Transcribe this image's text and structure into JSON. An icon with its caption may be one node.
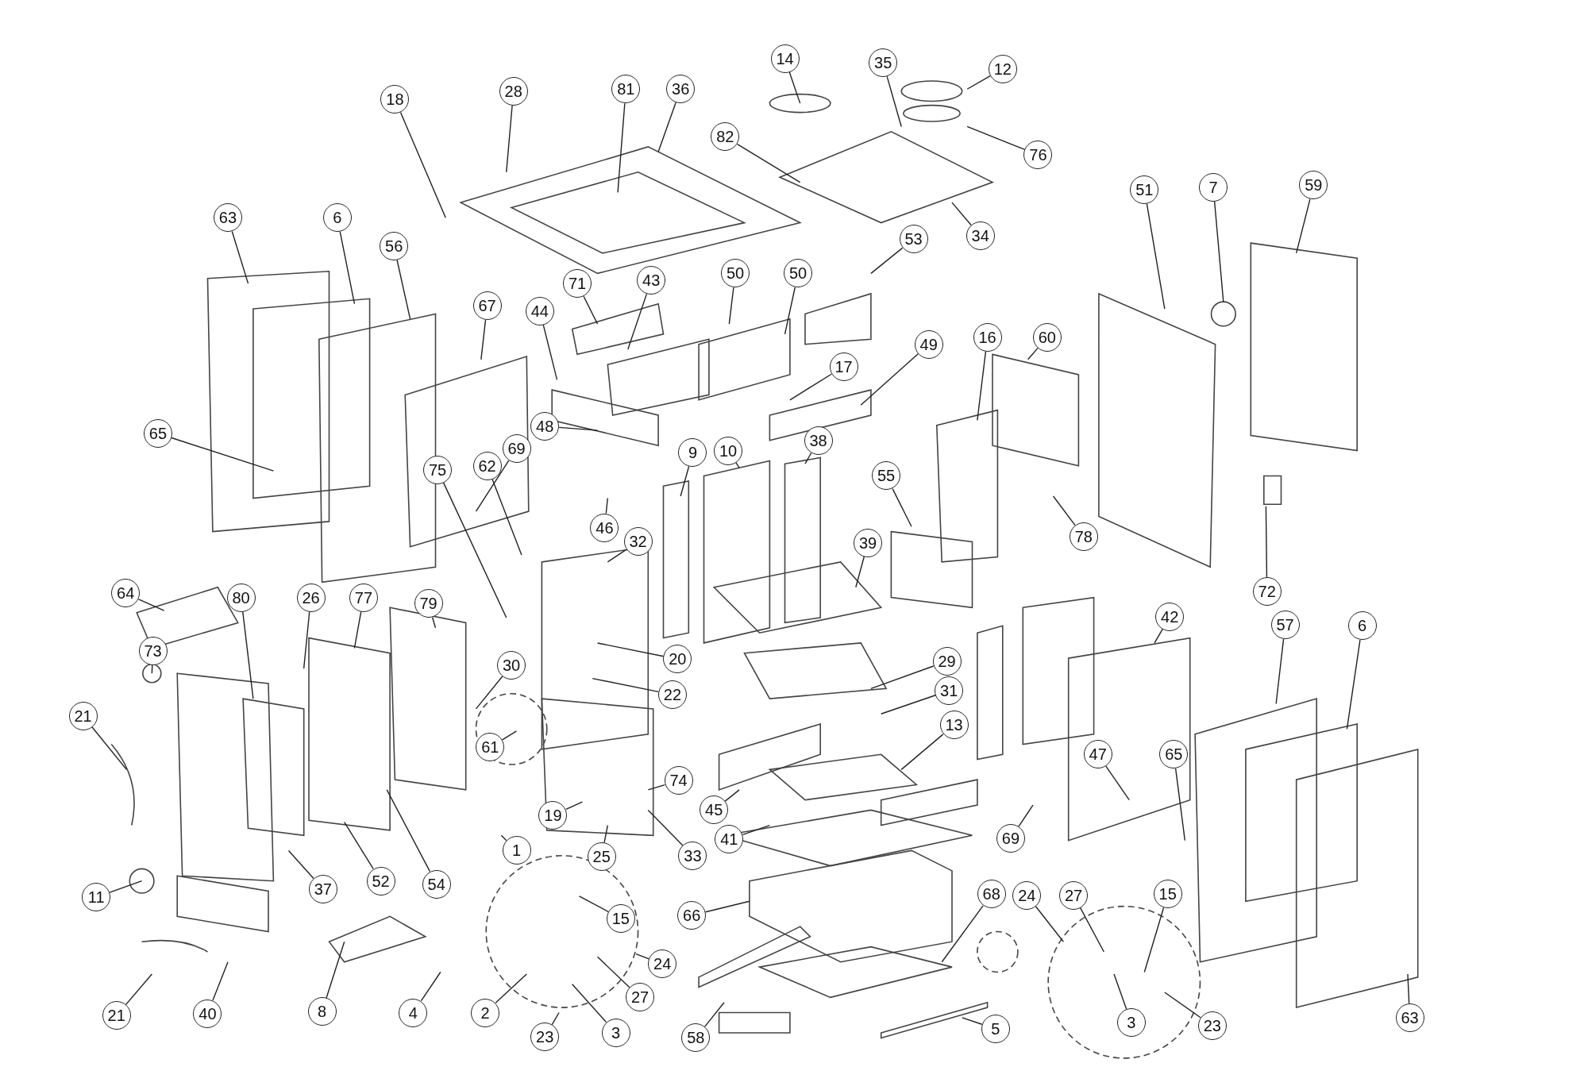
{
  "diagram": {
    "nodes": [
      {
        "text": [
          "14"
        ]
      },
      {
        "text": [
          "35"
        ]
      },
      {
        "text": [
          "12"
        ]
      },
      {
        "text": [
          "28"
        ]
      },
      {
        "text": [
          "81"
        ]
      },
      {
        "text": [
          "36"
        ]
      },
      {
        "text": [
          "18"
        ]
      },
      {
        "text": [
          "82"
        ]
      },
      {
        "text": [
          "76"
        ]
      },
      {
        "text": [
          "63"
        ]
      },
      {
        "text": [
          "6"
        ]
      },
      {
        "text": [
          "51"
        ]
      },
      {
        "text": [
          "7"
        ]
      },
      {
        "text": [
          "59"
        ]
      },
      {
        "text": [
          "34"
        ]
      },
      {
        "text": [
          "56"
        ]
      },
      {
        "text": [
          "53"
        ]
      },
      {
        "text": [
          "71"
        ]
      },
      {
        "text": [
          "43"
        ]
      },
      {
        "text": [
          "50"
        ]
      },
      {
        "text": [
          "50"
        ]
      },
      {
        "text": [
          "67"
        ]
      },
      {
        "text": [
          "44"
        ]
      },
      {
        "text": [
          "49"
        ]
      },
      {
        "text": [
          "16"
        ]
      },
      {
        "text": [
          "60"
        ]
      },
      {
        "text": [
          "17"
        ]
      },
      {
        "text": [
          "65"
        ]
      },
      {
        "text": [
          "48"
        ]
      },
      {
        "text": [
          "9"
        ]
      },
      {
        "text": [
          "10"
        ]
      },
      {
        "text": [
          "38"
        ]
      },
      {
        "text": [
          "69"
        ]
      },
      {
        "text": [
          "75"
        ]
      },
      {
        "text": [
          "62"
        ]
      },
      {
        "text": [
          "55"
        ]
      },
      {
        "text": [
          "46"
        ]
      },
      {
        "text": [
          "78"
        ]
      },
      {
        "text": [
          "39"
        ]
      },
      {
        "text": [
          "32"
        ]
      },
      {
        "text": [
          "64"
        ]
      },
      {
        "text": [
          "72"
        ]
      },
      {
        "text": [
          "80"
        ]
      },
      {
        "text": [
          "26"
        ]
      },
      {
        "text": [
          "77"
        ]
      },
      {
        "text": [
          "79"
        ]
      },
      {
        "text": [
          "57"
        ]
      },
      {
        "text": [
          "6"
        ]
      },
      {
        "text": [
          "42"
        ]
      },
      {
        "text": [
          "30"
        ]
      },
      {
        "text": [
          "20"
        ]
      },
      {
        "text": [
          "29"
        ]
      },
      {
        "text": [
          "73"
        ]
      },
      {
        "text": [
          "22"
        ]
      },
      {
        "text": [
          "31"
        ]
      },
      {
        "text": [
          "21"
        ]
      },
      {
        "text": [
          "13"
        ]
      },
      {
        "text": [
          "61"
        ]
      },
      {
        "text": [
          "74"
        ]
      },
      {
        "text": [
          "47"
        ]
      },
      {
        "text": [
          "65"
        ]
      },
      {
        "text": [
          "45"
        ]
      },
      {
        "text": [
          "19"
        ]
      },
      {
        "text": [
          "41"
        ]
      },
      {
        "text": [
          "69"
        ]
      },
      {
        "text": [
          "1"
        ]
      },
      {
        "text": [
          "25"
        ]
      },
      {
        "text": [
          "33"
        ]
      },
      {
        "text": [
          "52"
        ]
      },
      {
        "text": [
          "37"
        ]
      },
      {
        "text": [
          "54"
        ]
      },
      {
        "text": [
          "11"
        ]
      },
      {
        "text": [
          "66"
        ]
      },
      {
        "text": [
          "68"
        ]
      },
      {
        "text": [
          "24"
        ]
      },
      {
        "text": [
          "27"
        ]
      },
      {
        "text": [
          "15"
        ]
      },
      {
        "text": [
          "15"
        ]
      },
      {
        "text": [
          "24"
        ]
      },
      {
        "text": [
          "27"
        ]
      },
      {
        "text": [
          "8"
        ]
      },
      {
        "text": [
          "4"
        ]
      },
      {
        "text": [
          "2"
        ]
      },
      {
        "text": [
          "21"
        ]
      },
      {
        "text": [
          "40"
        ]
      },
      {
        "text": [
          "23"
        ]
      },
      {
        "text": [
          "3"
        ]
      },
      {
        "text": [
          "58"
        ]
      },
      {
        "text": [
          "5"
        ]
      },
      {
        "text": [
          "3"
        ]
      },
      {
        "text": [
          "23"
        ]
      },
      {
        "text": [
          "63"
        ]
      }
    ],
    "edges": [
      {
        "from": 0,
        "to": null,
        "arrow": "none"
      },
      {
        "from": 1,
        "to": null,
        "arrow": "none"
      },
      {
        "from": 2,
        "to": null,
        "arrow": "none"
      },
      {
        "from": 3,
        "to": null,
        "arrow": "none"
      },
      {
        "from": 4,
        "to": null,
        "arrow": "none"
      },
      {
        "from": 5,
        "to": null,
        "arrow": "none"
      },
      {
        "from": 6,
        "to": null,
        "arrow": "none"
      },
      {
        "from": 7,
        "to": null,
        "arrow": "none"
      },
      {
        "from": 8,
        "to": null,
        "arrow": "none"
      },
      {
        "from": 9,
        "to": null,
        "arrow": "none"
      },
      {
        "from": 10,
        "to": null,
        "arrow": "none"
      },
      {
        "from": 11,
        "to": null,
        "arrow": "none"
      },
      {
        "from": 12,
        "to": null,
        "arrow": "none"
      },
      {
        "from": 13,
        "to": null,
        "arrow": "none"
      },
      {
        "from": 14,
        "to": null,
        "arrow": "none"
      },
      {
        "from": 15,
        "to": null,
        "arrow": "none"
      },
      {
        "from": 16,
        "to": null,
        "arrow": "none"
      },
      {
        "from": 17,
        "to": null,
        "arrow": "none"
      },
      {
        "from": 18,
        "to": null,
        "arrow": "none"
      },
      {
        "from": 19,
        "to": null,
        "arrow": "none"
      },
      {
        "from": 20,
        "to": null,
        "arrow": "none"
      },
      {
        "from": 21,
        "to": null,
        "arrow": "none"
      },
      {
        "from": 22,
        "to": null,
        "arrow": "none"
      },
      {
        "from": 23,
        "to": null,
        "arrow": "none"
      },
      {
        "from": 24,
        "to": null,
        "arrow": "none"
      },
      {
        "from": 25,
        "to": null,
        "arrow": "none"
      },
      {
        "from": 26,
        "to": null,
        "arrow": "none"
      },
      {
        "from": 27,
        "to": null,
        "arrow": "none"
      },
      {
        "from": 28,
        "to": null,
        "arrow": "none"
      },
      {
        "from": 29,
        "to": null,
        "arrow": "none"
      },
      {
        "from": 30,
        "to": null,
        "arrow": "none"
      },
      {
        "from": 31,
        "to": null,
        "arrow": "none"
      },
      {
        "from": 32,
        "to": null,
        "arrow": "none"
      },
      {
        "from": 33,
        "to": null,
        "arrow": "none"
      },
      {
        "from": 34,
        "to": null,
        "arrow": "none"
      },
      {
        "from": 35,
        "to": null,
        "arrow": "none"
      },
      {
        "from": 36,
        "to": null,
        "arrow": "none"
      },
      {
        "from": 37,
        "to": null,
        "arrow": "none"
      },
      {
        "from": 38,
        "to": null,
        "arrow": "none"
      },
      {
        "from": 39,
        "to": null,
        "arrow": "none"
      },
      {
        "from": 40,
        "to": null,
        "arrow": "none"
      },
      {
        "from": 41,
        "to": null,
        "arrow": "none"
      },
      {
        "from": 42,
        "to": null,
        "arrow": "none"
      },
      {
        "from": 43,
        "to": null,
        "arrow": "none"
      },
      {
        "from": 44,
        "to": null,
        "arrow": "none"
      },
      {
        "from": 45,
        "to": null,
        "arrow": "none"
      },
      {
        "from": 46,
        "to": null,
        "arrow": "none"
      },
      {
        "from": 47,
        "to": null,
        "arrow": "none"
      },
      {
        "from": 48,
        "to": null,
        "arrow": "none"
      },
      {
        "from": 49,
        "to": null,
        "arrow": "none"
      },
      {
        "from": 50,
        "to": null,
        "arrow": "none"
      },
      {
        "from": 51,
        "to": null,
        "arrow": "none"
      },
      {
        "from": 52,
        "to": null,
        "arrow": "none"
      },
      {
        "from": 53,
        "to": null,
        "arrow": "none"
      },
      {
        "from": 54,
        "to": null,
        "arrow": "none"
      },
      {
        "from": 55,
        "to": null,
        "arrow": "none"
      },
      {
        "from": 56,
        "to": null,
        "arrow": "none"
      },
      {
        "from": 57,
        "to": null,
        "arrow": "none"
      },
      {
        "from": 58,
        "to": null,
        "arrow": "none"
      },
      {
        "from": 59,
        "to": null,
        "arrow": "none"
      },
      {
        "from": 60,
        "to": null,
        "arrow": "none"
      },
      {
        "from": 61,
        "to": null,
        "arrow": "none"
      },
      {
        "from": 62,
        "to": null,
        "arrow": "none"
      },
      {
        "from": 63,
        "to": null,
        "arrow": "none"
      },
      {
        "from": 64,
        "to": null,
        "arrow": "none"
      },
      {
        "from": 65,
        "to": null,
        "arrow": "none"
      },
      {
        "from": 66,
        "to": null,
        "arrow": "none"
      },
      {
        "from": 67,
        "to": null,
        "arrow": "none"
      },
      {
        "from": 68,
        "to": null,
        "arrow": "none"
      },
      {
        "from": 69,
        "to": null,
        "arrow": "none"
      },
      {
        "from": 70,
        "to": null,
        "arrow": "none"
      },
      {
        "from": 71,
        "to": null,
        "arrow": "none"
      },
      {
        "from": 72,
        "to": null,
        "arrow": "none"
      },
      {
        "from": 73,
        "to": null,
        "arrow": "none"
      },
      {
        "from": 74,
        "to": null,
        "arrow": "none"
      },
      {
        "from": 75,
        "to": null,
        "arrow": "none"
      },
      {
        "from": 76,
        "to": null,
        "arrow": "none"
      },
      {
        "from": 77,
        "to": null,
        "arrow": "none"
      },
      {
        "from": 78,
        "to": null,
        "arrow": "none"
      },
      {
        "from": 79,
        "to": null,
        "arrow": "none"
      },
      {
        "from": 80,
        "to": null,
        "arrow": "none"
      },
      {
        "from": 81,
        "to": null,
        "arrow": "none"
      },
      {
        "from": 82,
        "to": null,
        "arrow": "none"
      },
      {
        "from": 83,
        "to": null,
        "arrow": "none"
      },
      {
        "from": 84,
        "to": null,
        "arrow": "none"
      },
      {
        "from": 85,
        "to": null,
        "arrow": "none"
      },
      {
        "from": 86,
        "to": null,
        "arrow": "none"
      },
      {
        "from": 87,
        "to": null,
        "arrow": "none"
      },
      {
        "from": 88,
        "to": null,
        "arrow": "none"
      },
      {
        "from": 89,
        "to": null,
        "arrow": "none"
      },
      {
        "from": 90,
        "to": null,
        "arrow": "none"
      },
      {
        "from": 91,
        "to": null,
        "arrow": "none"
      }
    ]
  }
}
